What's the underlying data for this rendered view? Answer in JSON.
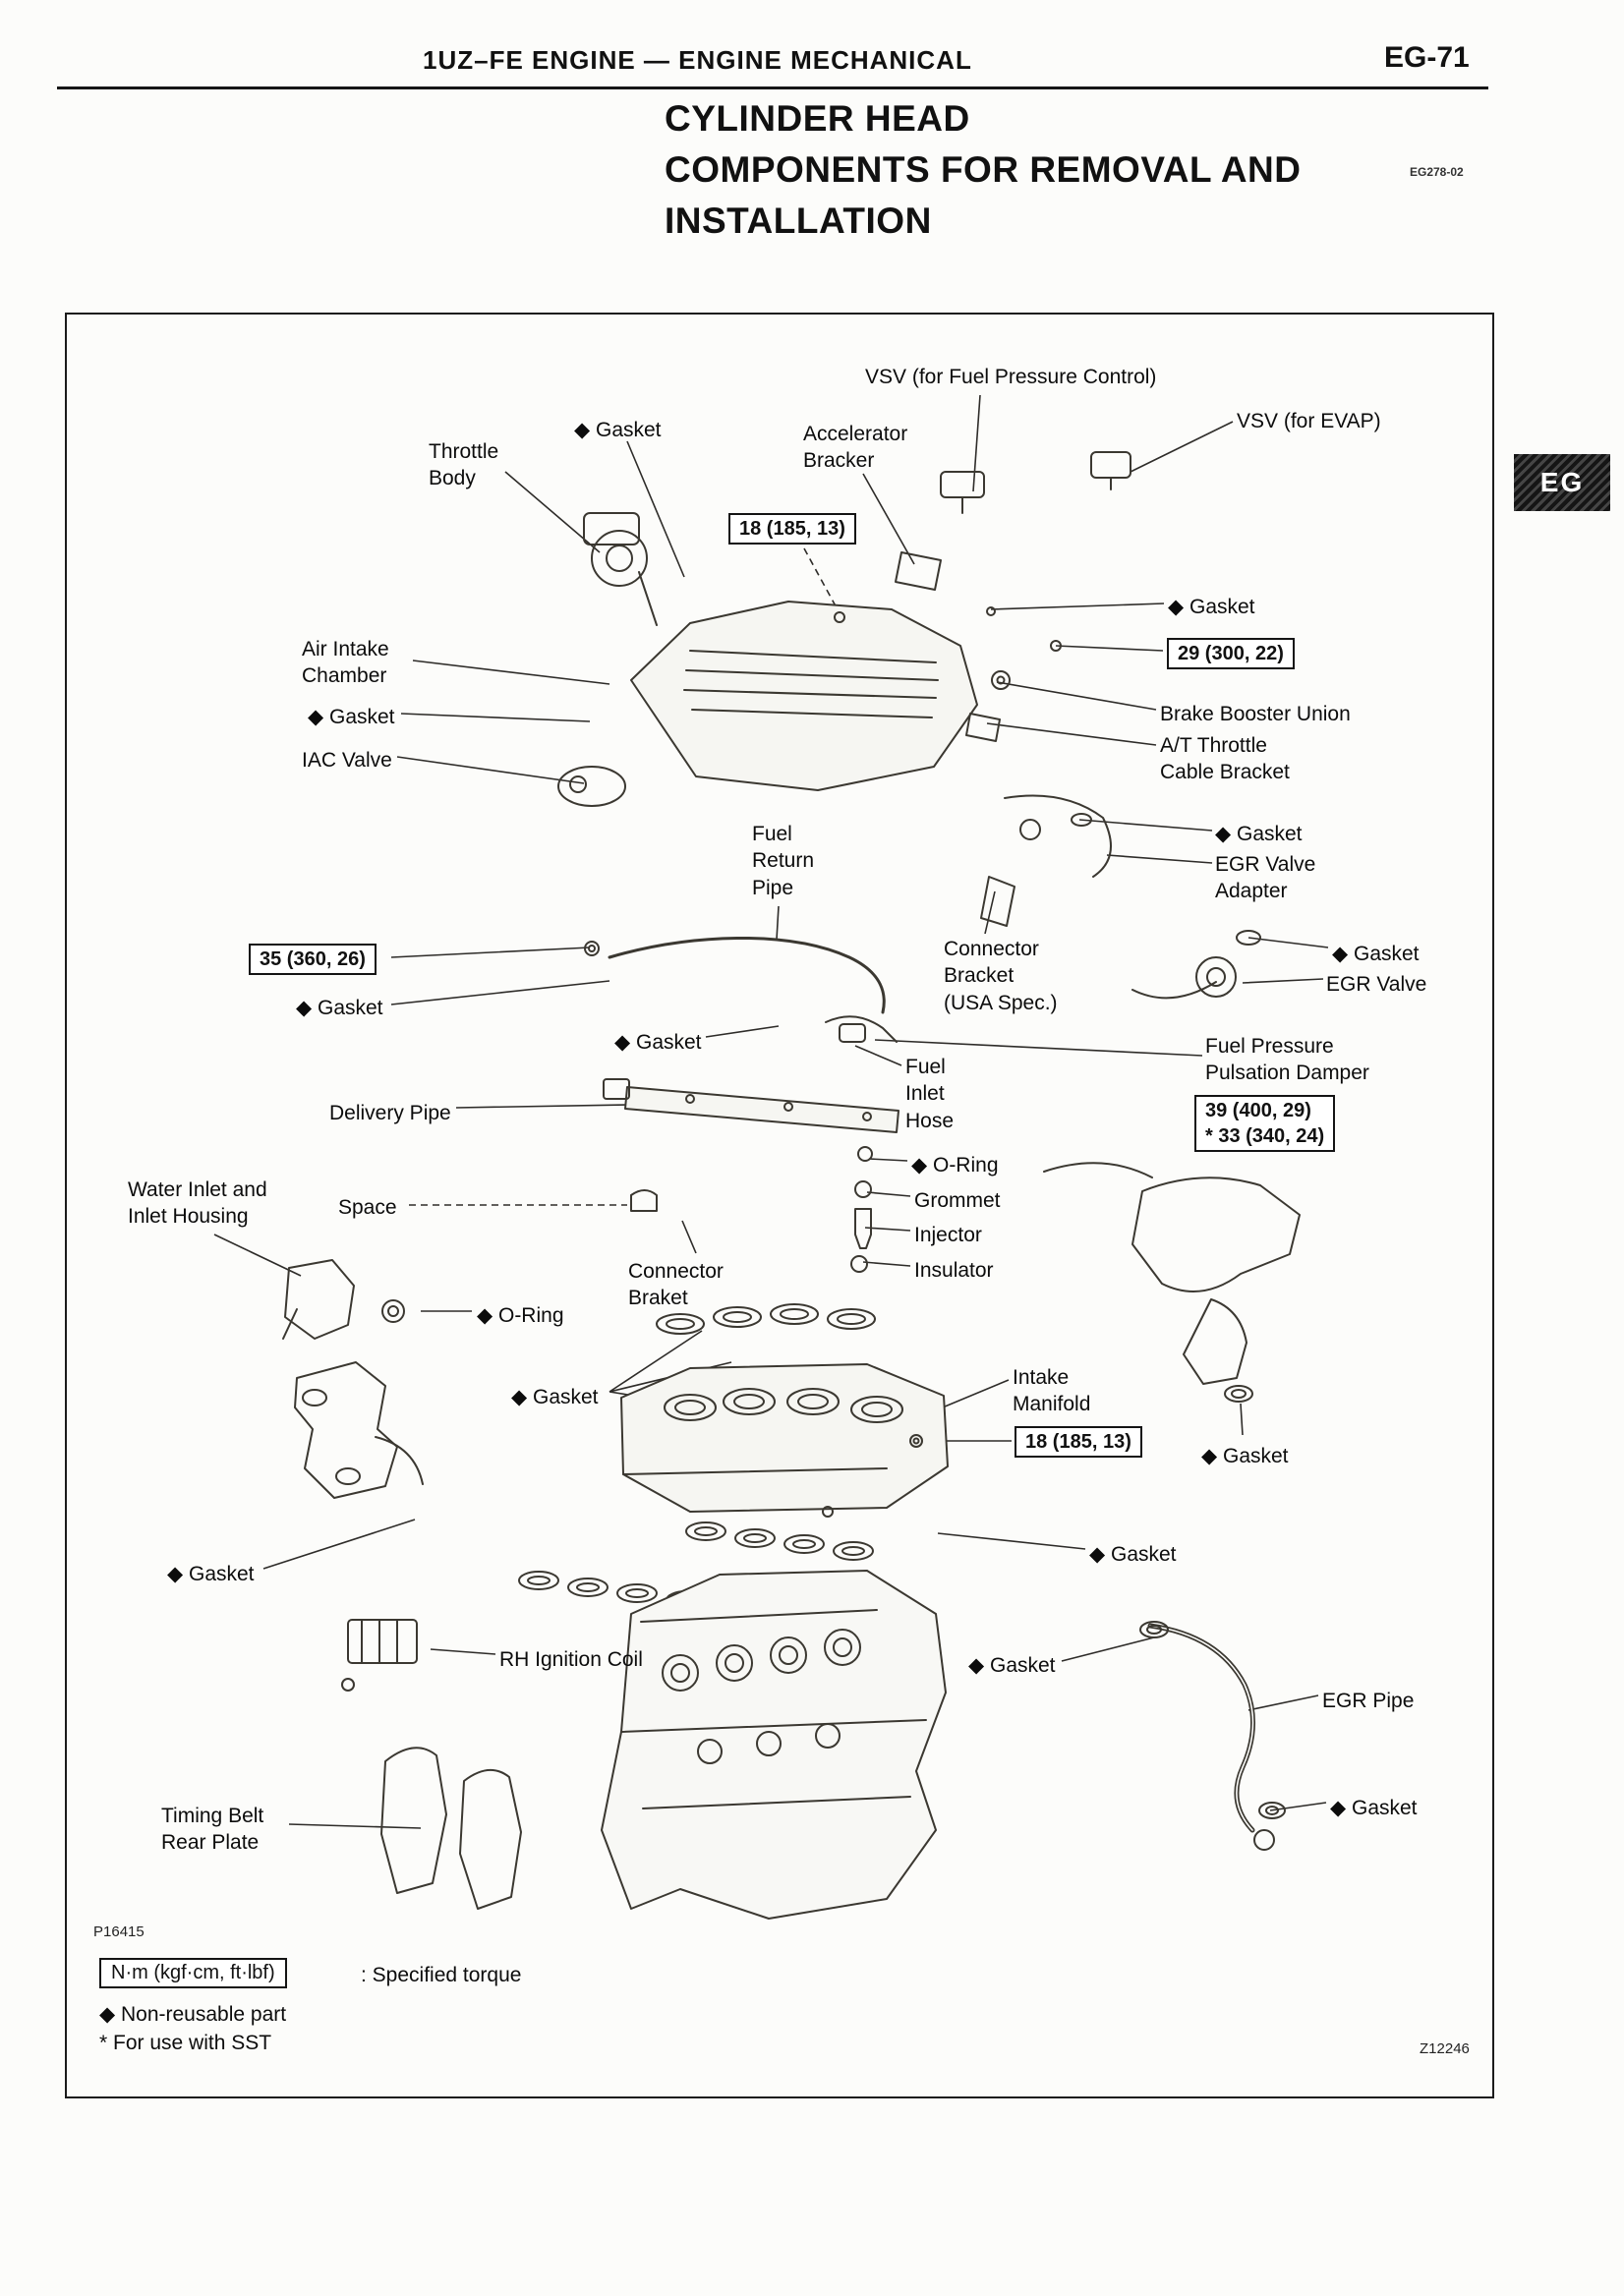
{
  "header": {
    "title": "1UZ–FE ENGINE  —  ENGINE MECHANICAL",
    "page_number": "EG-71"
  },
  "title": {
    "line1": "CYLINDER HEAD",
    "line2": "COMPONENTS FOR REMOVAL AND",
    "line3": "INSTALLATION",
    "code": "EG278-02"
  },
  "side_tab": "EG",
  "diagram": {
    "figure_code": "P16415",
    "plate_code": "Z12246",
    "labels": [
      {
        "text": "VSV (for Fuel Pressure Control)"
      },
      {
        "text": "VSV (for EVAP)"
      },
      {
        "text": "◆ Gasket"
      },
      {
        "text": "Throttle\nBody"
      },
      {
        "text": "Accelerator\nBracker"
      },
      {
        "text": "18 (185, 13)"
      },
      {
        "text": "◆ Gasket"
      },
      {
        "text": "29 (300, 22)"
      },
      {
        "text": "Air Intake\nChamber"
      },
      {
        "text": "◆ Gasket"
      },
      {
        "text": "IAC Valve"
      },
      {
        "text": "Brake Booster Union"
      },
      {
        "text": "A/T Throttle\nCable Bracket"
      },
      {
        "text": "◆ Gasket"
      },
      {
        "text": "EGR Valve\nAdapter"
      },
      {
        "text": "Fuel\nReturn\nPipe"
      },
      {
        "text": "35 (360, 26)"
      },
      {
        "text": "◆ Gasket"
      },
      {
        "text": "Connector\nBracket\n(USA Spec.)"
      },
      {
        "text": "◆ Gasket"
      },
      {
        "text": "EGR Valve"
      },
      {
        "text": "◆ Gasket"
      },
      {
        "text": "Fuel\nInlet\nHose"
      },
      {
        "text": "Fuel Pressure\nPulsation Damper"
      },
      {
        "text": "39 (400, 29)\n* 33 (340, 24)"
      },
      {
        "text": "Delivery Pipe"
      },
      {
        "text": "◆ O-Ring"
      },
      {
        "text": "Water Inlet and\nInlet Housing"
      },
      {
        "text": "Space"
      },
      {
        "text": "Grommet"
      },
      {
        "text": "Injector"
      },
      {
        "text": "Insulator"
      },
      {
        "text": "Connector\nBraket"
      },
      {
        "text": "◆ O-Ring"
      },
      {
        "text": "◆ Gasket"
      },
      {
        "text": "Intake\nManifold"
      },
      {
        "text": "18 (185, 13)"
      },
      {
        "text": "◆ Gasket"
      },
      {
        "text": "◆ Gasket"
      },
      {
        "text": "◆ Gasket"
      },
      {
        "text": "RH Ignition Coil"
      },
      {
        "text": "◆ Gasket"
      },
      {
        "text": "EGR Pipe"
      },
      {
        "text": "◆ Gasket"
      },
      {
        "text": "Timing Belt\nRear Plate"
      }
    ]
  },
  "legend": {
    "torque_symbol": "N·m (kgf·cm, ft·lbf)",
    "torque_text": ":  Specified torque",
    "non_reusable": "◆ Non-reusable part",
    "sst": "* For use with SST"
  }
}
